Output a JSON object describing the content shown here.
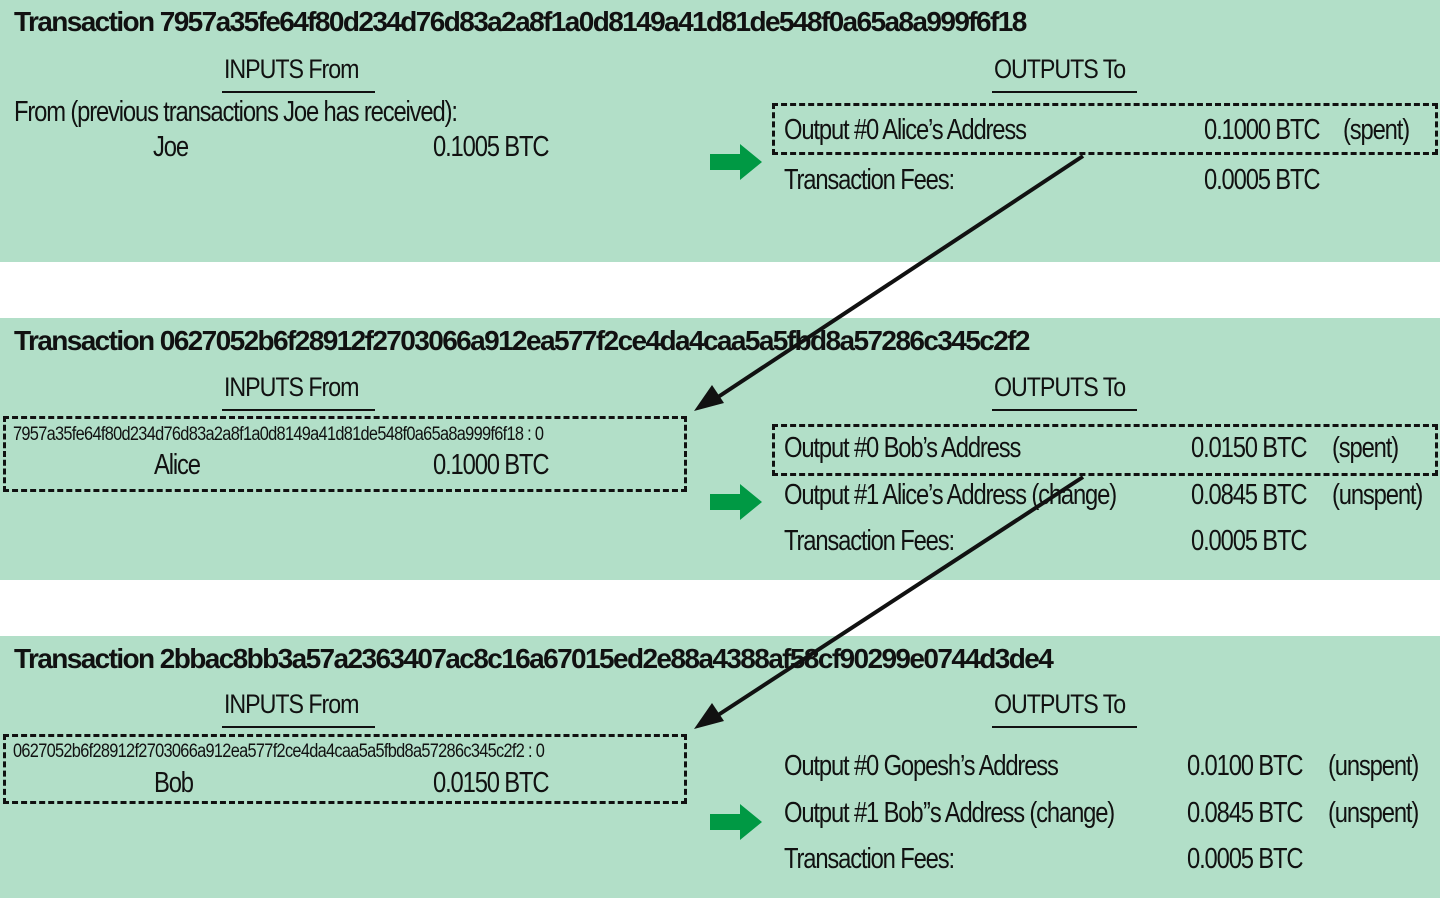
{
  "colors": {
    "band": "#b2dfc8",
    "arrow_green": "#009944",
    "ink": "#111111"
  },
  "tx1": {
    "title": "Transaction 7957a35fe64f80d234d76d83a2a8f1a0d8149a41d81de548f0a65a8a999f6f18",
    "inputs_header": "INPUTS From",
    "outputs_header": "OUTPUTS To",
    "from_label": "From (previous transactions Joe has received):",
    "input_name": "Joe",
    "input_amount": "0.1005 BTC",
    "outputs": [
      {
        "label": "Output #0 Alice’s Address",
        "amount": "0.1000 BTC",
        "status": "(spent)"
      },
      {
        "label": "Transaction Fees:",
        "amount": "0.0005 BTC",
        "status": ""
      }
    ]
  },
  "tx2": {
    "title": "Transaction 0627052b6f28912f2703066a912ea577f2ce4da4caa5a5fbd8a57286c345c2f2",
    "inputs_header": "INPUTS From",
    "outputs_header": "OUTPUTS To",
    "input_ref": "7957a35fe64f80d234d76d83a2a8f1a0d8149a41d81de548f0a65a8a999f6f18 : 0",
    "input_name": "Alice",
    "input_amount": "0.1000 BTC",
    "outputs": [
      {
        "label": "Output #0 Bob’s Address",
        "amount": "0.0150 BTC",
        "status": "(spent)"
      },
      {
        "label": "Output #1 Alice’s Address (change)",
        "amount": "0.0845 BTC",
        "status": "(unspent)"
      },
      {
        "label": "Transaction Fees:",
        "amount": "0.0005 BTC",
        "status": ""
      }
    ]
  },
  "tx3": {
    "title": "Transaction 2bbac8bb3a57a2363407ac8c16a67015ed2e88a4388af58cf90299e0744d3de4",
    "inputs_header": "INPUTS From",
    "outputs_header": "OUTPUTS To",
    "input_ref": "0627052b6f28912f2703066a912ea577f2ce4da4caa5a5fbd8a57286c345c2f2 : 0",
    "input_name": "Bob",
    "input_amount": "0.0150 BTC",
    "outputs": [
      {
        "label": "Output #0 Gopesh’s Address",
        "amount": "0.0100 BTC",
        "status": "(unspent)"
      },
      {
        "label": "Output #1 Bob’’s Address (change)",
        "amount": "0.0845 BTC",
        "status": "(unspent)"
      },
      {
        "label": "Transaction Fees:",
        "amount": "0.0005 BTC",
        "status": ""
      }
    ]
  }
}
